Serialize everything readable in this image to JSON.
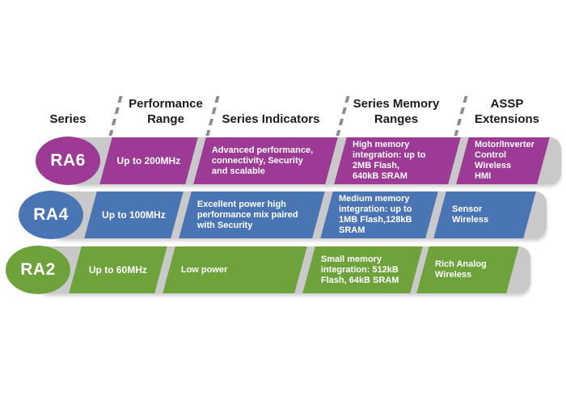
{
  "palette": {
    "bar_gray": "#c9c9c9",
    "dash_gray": "#8d8d8d",
    "header_text": "#1c1c1c",
    "segment_text": "#ffffff"
  },
  "header": {
    "columns": [
      {
        "label": "Series"
      },
      {
        "label": "Performance\nRange"
      },
      {
        "label": "Series Indicators"
      },
      {
        "label": "Series Memory\nRanges"
      },
      {
        "label": "ASSP\nExtensions"
      }
    ]
  },
  "rows": [
    {
      "series": "RA6",
      "color": "#9c3a96",
      "performance_range": "Up to 200MHz",
      "series_indicators": "Advanced performance,\nconnectivity, Security\nand scalable",
      "memory_ranges": "High memory\nintegration: up to\n2MB Flash,\n640kB SRAM",
      "assp_extensions": "Motor/Inverter\nControl\nWireless\nHMI"
    },
    {
      "series": "RA4",
      "color": "#4a75b5",
      "performance_range": "Up to 100MHz",
      "series_indicators": "Excellent power high\nperformance mix paired\nwith Security",
      "memory_ranges": "Medium memory\nintegration: up to\n1MB Flash,128kB\nSRAM",
      "assp_extensions": "Sensor\nWireless"
    },
    {
      "series": "RA2",
      "color": "#6ea33c",
      "performance_range": "Up to 60MHz",
      "series_indicators": "Low power",
      "memory_ranges": "Small memory\nintegration: 512kB\nFlash, 64kB SRAM",
      "assp_extensions": "Rich Analog\nWireless"
    }
  ]
}
